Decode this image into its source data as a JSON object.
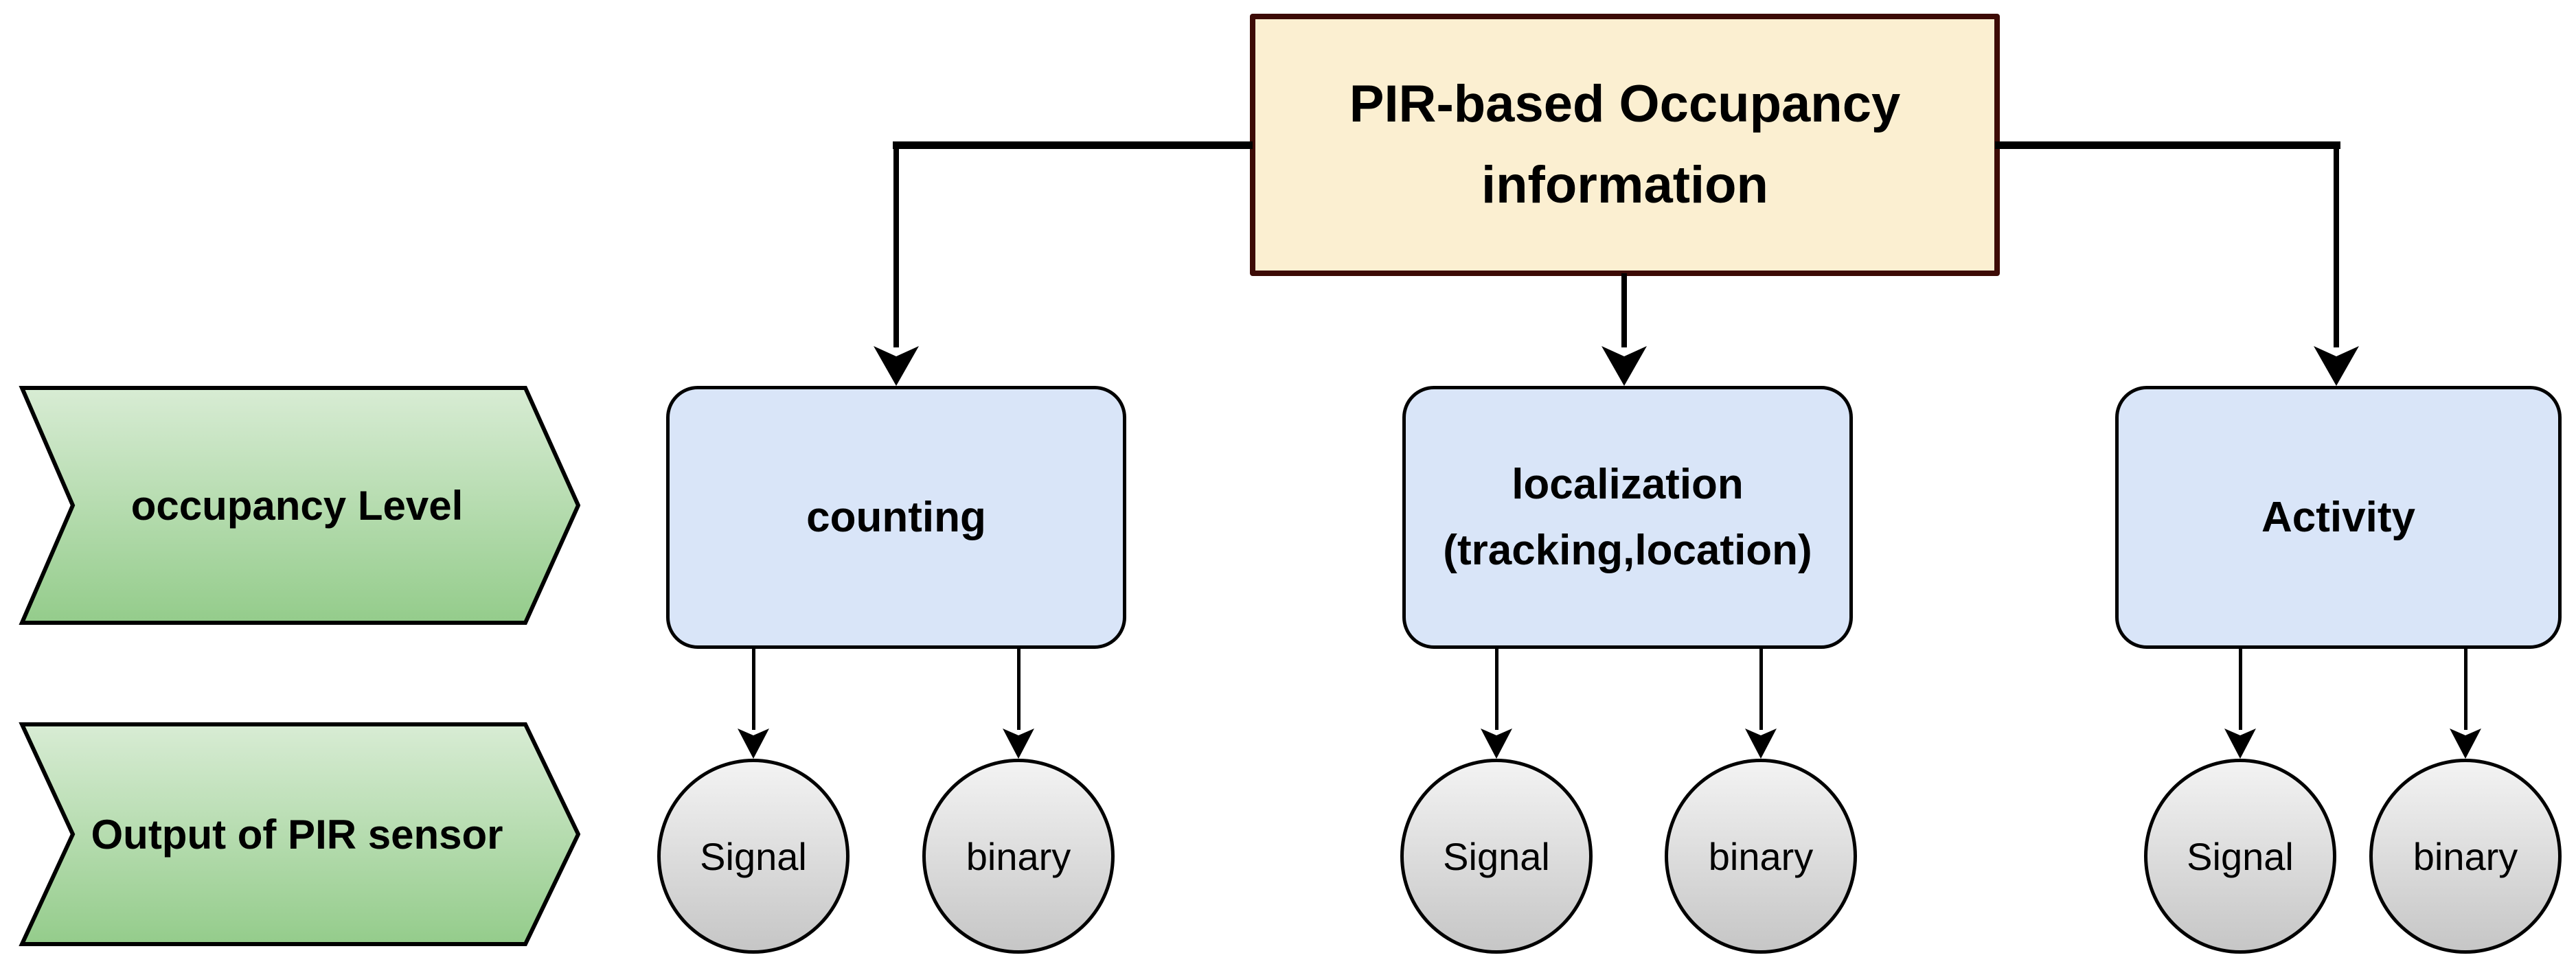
{
  "root_node": {
    "line1": "PIR-based Occupancy",
    "line2": "information"
  },
  "side_labels": {
    "occupancy_level": {
      "label": "occupancy Level"
    },
    "pir_output": {
      "label": "Output of PIR sensor"
    }
  },
  "branches": [
    {
      "lines": [
        "counting"
      ],
      "outputs": [
        {
          "label": "Signal"
        },
        {
          "label": "binary"
        }
      ]
    },
    {
      "lines": [
        "localization",
        "(tracking,location)"
      ],
      "outputs": [
        {
          "label": "Signal"
        },
        {
          "label": "binary"
        }
      ]
    },
    {
      "lines": [
        "Activity"
      ],
      "outputs": [
        {
          "label": "Signal"
        },
        {
          "label": "binary"
        }
      ]
    }
  ],
  "colors": {
    "root_fill": "#FBEFD1",
    "root_border": "#3D0B06",
    "branch_fill": "#D9E5F8",
    "branch_border": "#000000",
    "side_fill_top": "#D8ECD4",
    "side_fill_bottom": "#94CC8B",
    "side_border": "#000000",
    "leaf_fill_top": "#F3F3F3",
    "leaf_fill_bottom": "#C6C6C6",
    "leaf_border": "#000000",
    "connector": "#000000",
    "text": "#000000"
  }
}
